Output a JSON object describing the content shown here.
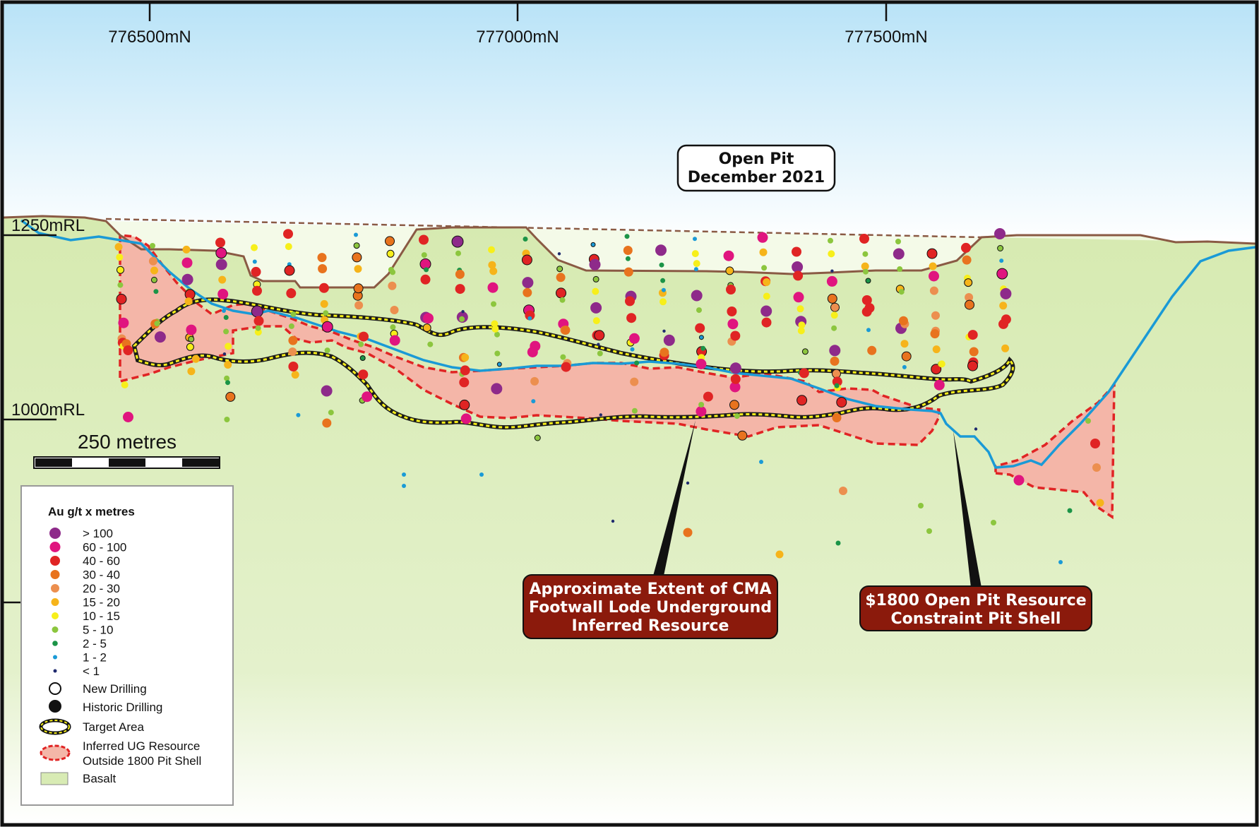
{
  "northings": [
    "776500mN",
    "777000mN",
    "777500mN"
  ],
  "elevations": [
    "1250mRL",
    "1000mRL"
  ],
  "scale_bar": {
    "label": "250 metres"
  },
  "pit_label": {
    "line1": "Open Pit",
    "line2": "December 2021"
  },
  "callouts": [
    {
      "lines": [
        "Approximate Extent of CMA",
        "Footwall Lode Underground",
        "Inferred Resource"
      ]
    },
    {
      "lines": [
        "$1800 Open Pit Resource",
        "Constraint Pit Shell"
      ]
    }
  ],
  "legend": {
    "title": "Au g/t x metres",
    "grade_classes": [
      {
        "label": "> 100",
        "color": "#8e2a8a"
      },
      {
        "label": "60 - 100",
        "color": "#e0157f"
      },
      {
        "label": "40 - 60",
        "color": "#e02424"
      },
      {
        "label": "30 - 40",
        "color": "#e8731e"
      },
      {
        "label": "20 - 30",
        "color": "#ec8f4f"
      },
      {
        "label": "15 - 20",
        "color": "#f6b41a"
      },
      {
        "label": "10 - 15",
        "color": "#f7ef1a"
      },
      {
        "label": "5 - 10",
        "color": "#8cc63e"
      },
      {
        "label": "2 - 5",
        "color": "#1b9447"
      },
      {
        "label": "1 - 2",
        "color": "#1a9ad6"
      },
      {
        "label": "< 1",
        "color": "#1f2a6e"
      }
    ],
    "new_drilling": "New Drilling",
    "historic_drilling": "Historic Drilling",
    "target_area": "Target Area",
    "inferred_line1": "Inferred UG Resource",
    "inferred_line2": "Outside 1800 Pit Shell",
    "basalt": "Basalt"
  },
  "colors": {
    "basalt": "#d8ebb4",
    "inferred_fill": "#f4b6a8",
    "inferred_border": "#e02424",
    "pit_shell": "#1a9ad6",
    "topography": "#8a5a44",
    "callout_fill": "#8b1a0c",
    "target_outline": "#1a1a1a",
    "target_dash": "#f7ef1a"
  }
}
